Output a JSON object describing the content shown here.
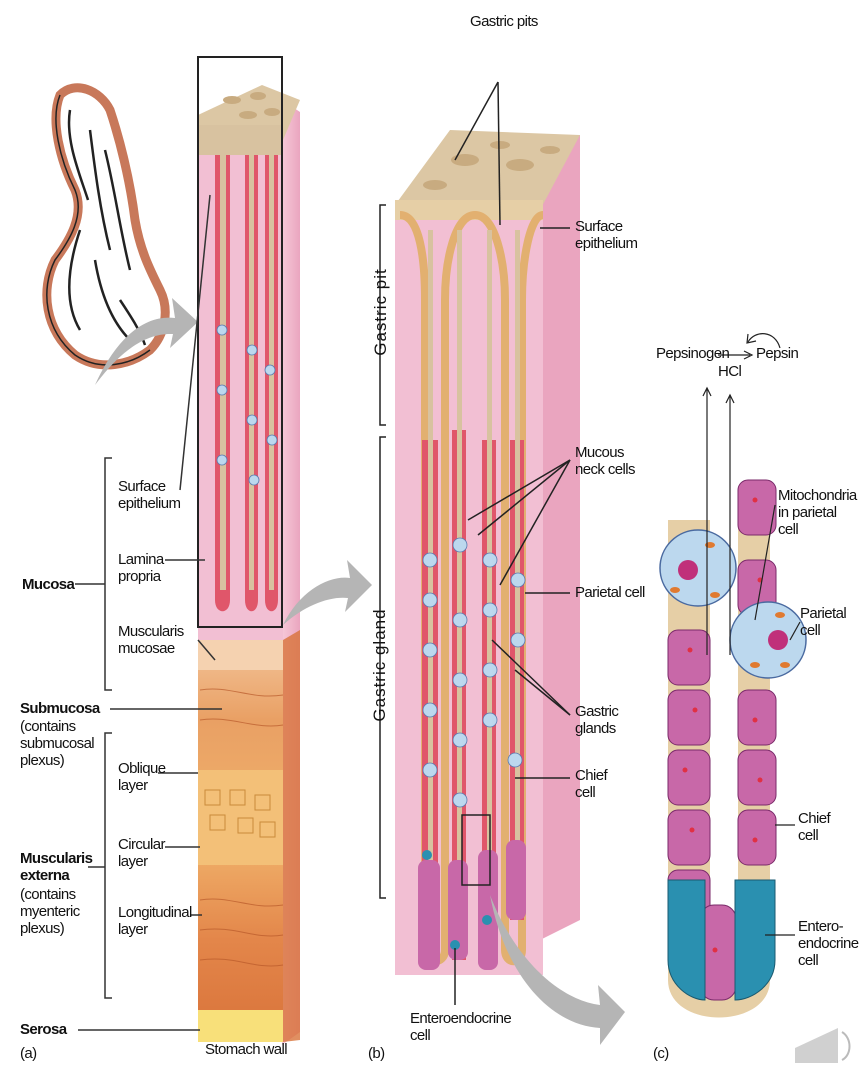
{
  "panel_a": {
    "tag": "(a)",
    "caption": "Stomach wall",
    "labels": {
      "mucosa": "Mucosa",
      "surface_epithelium": "Surface\nepithelium",
      "lamina_propria": "Lamina\npropria",
      "muscularis_mucosae": "Muscularis\nmucosae",
      "submucosa": "Submucosa",
      "submucosa_note": "(contains\nsubmucosal\nplexus)",
      "oblique_layer": "Oblique\nlayer",
      "circular_layer": "Circular\nlayer",
      "longitudinal_layer": "Longitudinal\nlayer",
      "muscularis_externa": "Muscularis\nexterna",
      "muscularis_externa_note": "(contains\nmyenteric\nplexus)",
      "serosa": "Serosa"
    }
  },
  "panel_b": {
    "tag": "(b)",
    "labels": {
      "gastric_pits": "Gastric pits",
      "surface_epithelium": "Surface\nepithelium",
      "mucous_neck_cells": "Mucous\nneck cells",
      "parietal_cell": "Parietal cell",
      "gastric_glands": "Gastric\nglands",
      "chief_cell": "Chief\ncell",
      "enteroendocrine_cell": "Enteroendocrine\ncell",
      "gastric_pit_vertical": "Gastric pit",
      "gastric_gland_vertical": "Gastric gland"
    }
  },
  "panel_c": {
    "tag": "(c)",
    "labels": {
      "pepsinogen": "Pepsinogen",
      "pepsin": "Pepsin",
      "hcl": "HCl",
      "mitochondria": "Mitochondria\nin parietal\ncell",
      "parietal_cell": "Parietal\ncell",
      "chief_cell": "Chief\ncell",
      "enteroendocrine_cell": "Entero-\nendocrine\ncell"
    }
  },
  "colors": {
    "lamina_pink": "#f2bfd3",
    "mucosa_tan": "#d8c2a0",
    "epithelium_red": "#e0566a",
    "chief_purple": "#c868a8",
    "parietal_blue": "#bcd8ee",
    "enteroendocrine_teal": "#2a90b0",
    "muscle_orange": "#e89a5a",
    "serosa_yellow": "#f8e07a",
    "arrow_gray": "#b5b5b5",
    "stomach_outline": "#c8785a"
  }
}
